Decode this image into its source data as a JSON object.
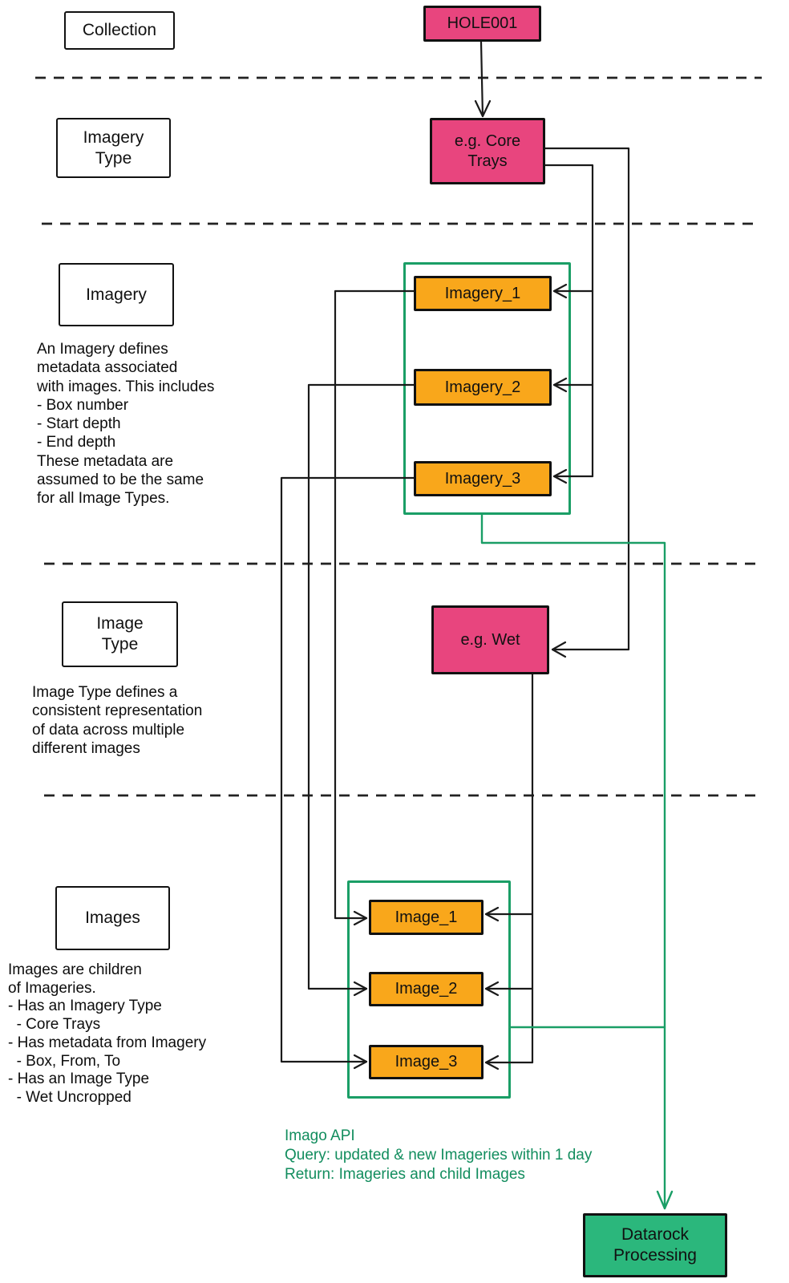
{
  "colors": {
    "pink": "#e8457e",
    "orange": "#f9a71b",
    "green-fill": "#2bb77c",
    "green": "#128d5e",
    "green-border": "#1a9e66",
    "ink": "#1a1a1a"
  },
  "labels": {
    "collection": "Collection",
    "imagery_type": "Imagery\nType",
    "imagery": "Imagery",
    "image_type": "Image\nType",
    "images": "Images"
  },
  "nodes": {
    "hole": "HOLE001",
    "core_trays": "e.g. Core\nTrays",
    "imagery_1": "Imagery_1",
    "imagery_2": "Imagery_2",
    "imagery_3": "Imagery_3",
    "wet": "e.g. Wet",
    "image_1": "Image_1",
    "image_2": "Image_2",
    "image_3": "Image_3",
    "datarock": "Datarock\nProcessing"
  },
  "notes": {
    "imagery": "An Imagery defines\nmetadata associated\nwith images. This includes\n- Box number\n- Start depth\n- End depth\nThese metadata are\nassumed to be the same\nfor all Image Types.",
    "image_type": "Image Type defines a\nconsistent representation\nof data across multiple\ndifferent images",
    "images": "Images are children\nof Imageries.\n- Has an Imagery Type\n  - Core Trays\n- Has metadata from Imagery\n  - Box, From, To\n- Has an Image Type\n  - Wet Uncropped",
    "imago": "Imago API\nQuery: updated & new Imageries within 1 day\nReturn: Imageries and child Images"
  }
}
